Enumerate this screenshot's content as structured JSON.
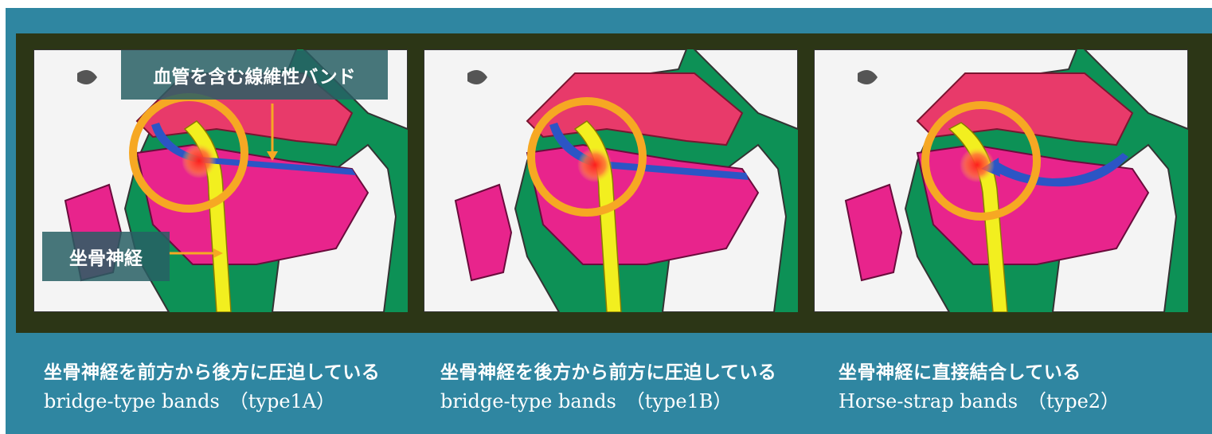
{
  "colors": {
    "background": "#2f86a1",
    "frame": "#2c3616",
    "panel_background": "#0d9156",
    "muscle": "#e83a6a",
    "muscle_pink": "#e8248c",
    "nerve": "#f2ef1f",
    "band": "#2c55c5",
    "circle": "#f6a823",
    "bone": "#f4f4f4"
  },
  "callouts": {
    "band_label": "血管を含む線維性バンド",
    "nerve_label": "坐骨神経"
  },
  "panels": [
    {
      "caption_jp": "坐骨神経を前方から後方に圧迫している",
      "caption_en": "bridge-type bands　（type1A）",
      "band_shape": "bridge-front"
    },
    {
      "caption_jp": "坐骨神経を後方から前方に圧迫している",
      "caption_en": "bridge-type bands　（type1B）",
      "band_shape": "bridge-back"
    },
    {
      "caption_jp": "坐骨神経に直接結合している",
      "caption_en": "Horse-strap bands　（type2）",
      "band_shape": "horse-strap"
    }
  ]
}
